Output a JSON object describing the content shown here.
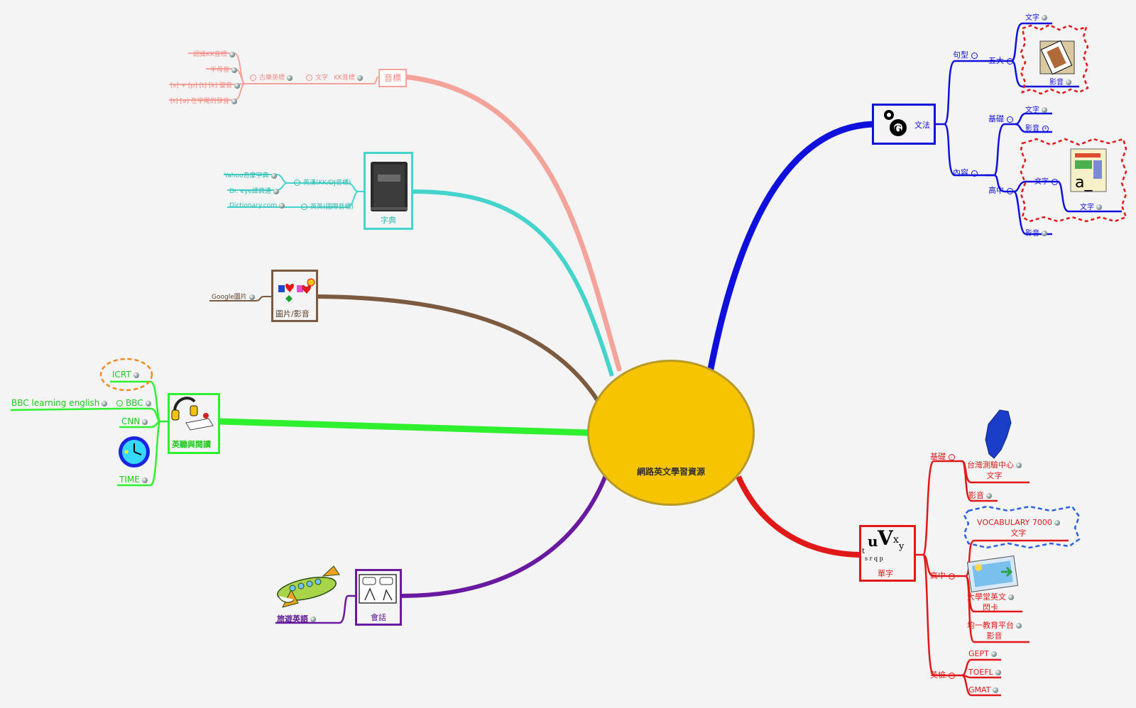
{
  "center": {
    "label": "網路英文學習資源"
  },
  "colors": {
    "phonetics": "#f4a39a",
    "dictionary": "#45d4cc",
    "images": "#7b5a40",
    "listening": "#2ef02e",
    "conversation": "#6a1aa0",
    "grammar": "#1010dd",
    "vocabulary": "#e01818",
    "center_fill": "#f6c400"
  },
  "phonetics": {
    "title": "音標",
    "kk": "KK音標",
    "text": "文字",
    "ancient": "古樂英標",
    "items": [
      "認識KK音標",
      "半母音",
      "[s] + [p] [t] [k] 變音",
      "[t] [ə] 在字尾的發音"
    ]
  },
  "dictionary": {
    "title": "字典",
    "ec": "英漢(KK/DJ音標)",
    "ee": "英英(國際音標)",
    "items": [
      "Yahoo奇摩字典",
      "Dr. eye譯典通",
      "Dictionary.com"
    ]
  },
  "images": {
    "title": "圖片/影音",
    "item": "Google圖片"
  },
  "listening": {
    "title": "英聽與閱讀",
    "icrt": "ICRT",
    "bbc": "BBC",
    "bbc_sub": "BBC learning english",
    "cnn": "CNN",
    "time": "TIME"
  },
  "conversation": {
    "title": "會話",
    "travel": "旅遊英語"
  },
  "grammar": {
    "title": "文法",
    "pattern": "句型",
    "five": "五大",
    "five_text": "文字",
    "five_video": "影音",
    "content": "內容",
    "basic": "基礎",
    "basic_text": "文字",
    "basic_video": "影音",
    "senior": "高中",
    "senior_text": "文字",
    "senior_text_sub": "文字",
    "senior_video": "影音"
  },
  "vocabulary": {
    "title": "單字",
    "basic": "基礎",
    "tw_center_1": "台灣測驗中心",
    "tw_center_2": "文字",
    "basic_video": "影音",
    "senior": "高中",
    "vocab7000_1": "VOCABULARY 7000",
    "vocab7000_2": "文字",
    "flash_1": "大學堂英文",
    "flash_2": "閃卡",
    "junyi_1": "均一教育平台",
    "junyi_2": "影音",
    "exam": "英檢",
    "gept": "GEPT",
    "toefl": "TOEFL",
    "gmat": "GMAT"
  }
}
